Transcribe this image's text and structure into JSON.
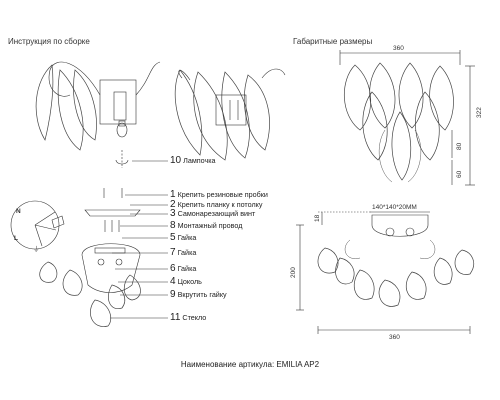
{
  "headers": {
    "assembly": "Инструкция по сборке",
    "dimensions": "Габаритные размеры"
  },
  "steps": [
    {
      "num": "10",
      "label": "Лампочка"
    },
    {
      "num": "1",
      "label": "Крепить резиновые пробки"
    },
    {
      "num": "2",
      "label": "Крепить планку к потолку"
    },
    {
      "num": "3",
      "label": "Самонарезающий винт"
    },
    {
      "num": "8",
      "label": "Монтажный провод"
    },
    {
      "num": "5",
      "label": "Гайка"
    },
    {
      "num": "7",
      "label": "Гайка"
    },
    {
      "num": "6",
      "label": "Гайка"
    },
    {
      "num": "4",
      "label": "Цоколь"
    },
    {
      "num": "9",
      "label": "Вкрутить гайку"
    },
    {
      "num": "11",
      "label": "Стекло"
    }
  ],
  "wiring": {
    "n": "N",
    "l": "L",
    "ground": "⏚"
  },
  "dimensions": {
    "front_width": "360",
    "front_height": "322",
    "front_sub1": "80",
    "front_sub2": "60",
    "base_size": "140*140*20MM",
    "base_depth": "18",
    "side_height": "200",
    "side_width": "360"
  },
  "footer": "Наименование артикула: EMILIA AP2"
}
